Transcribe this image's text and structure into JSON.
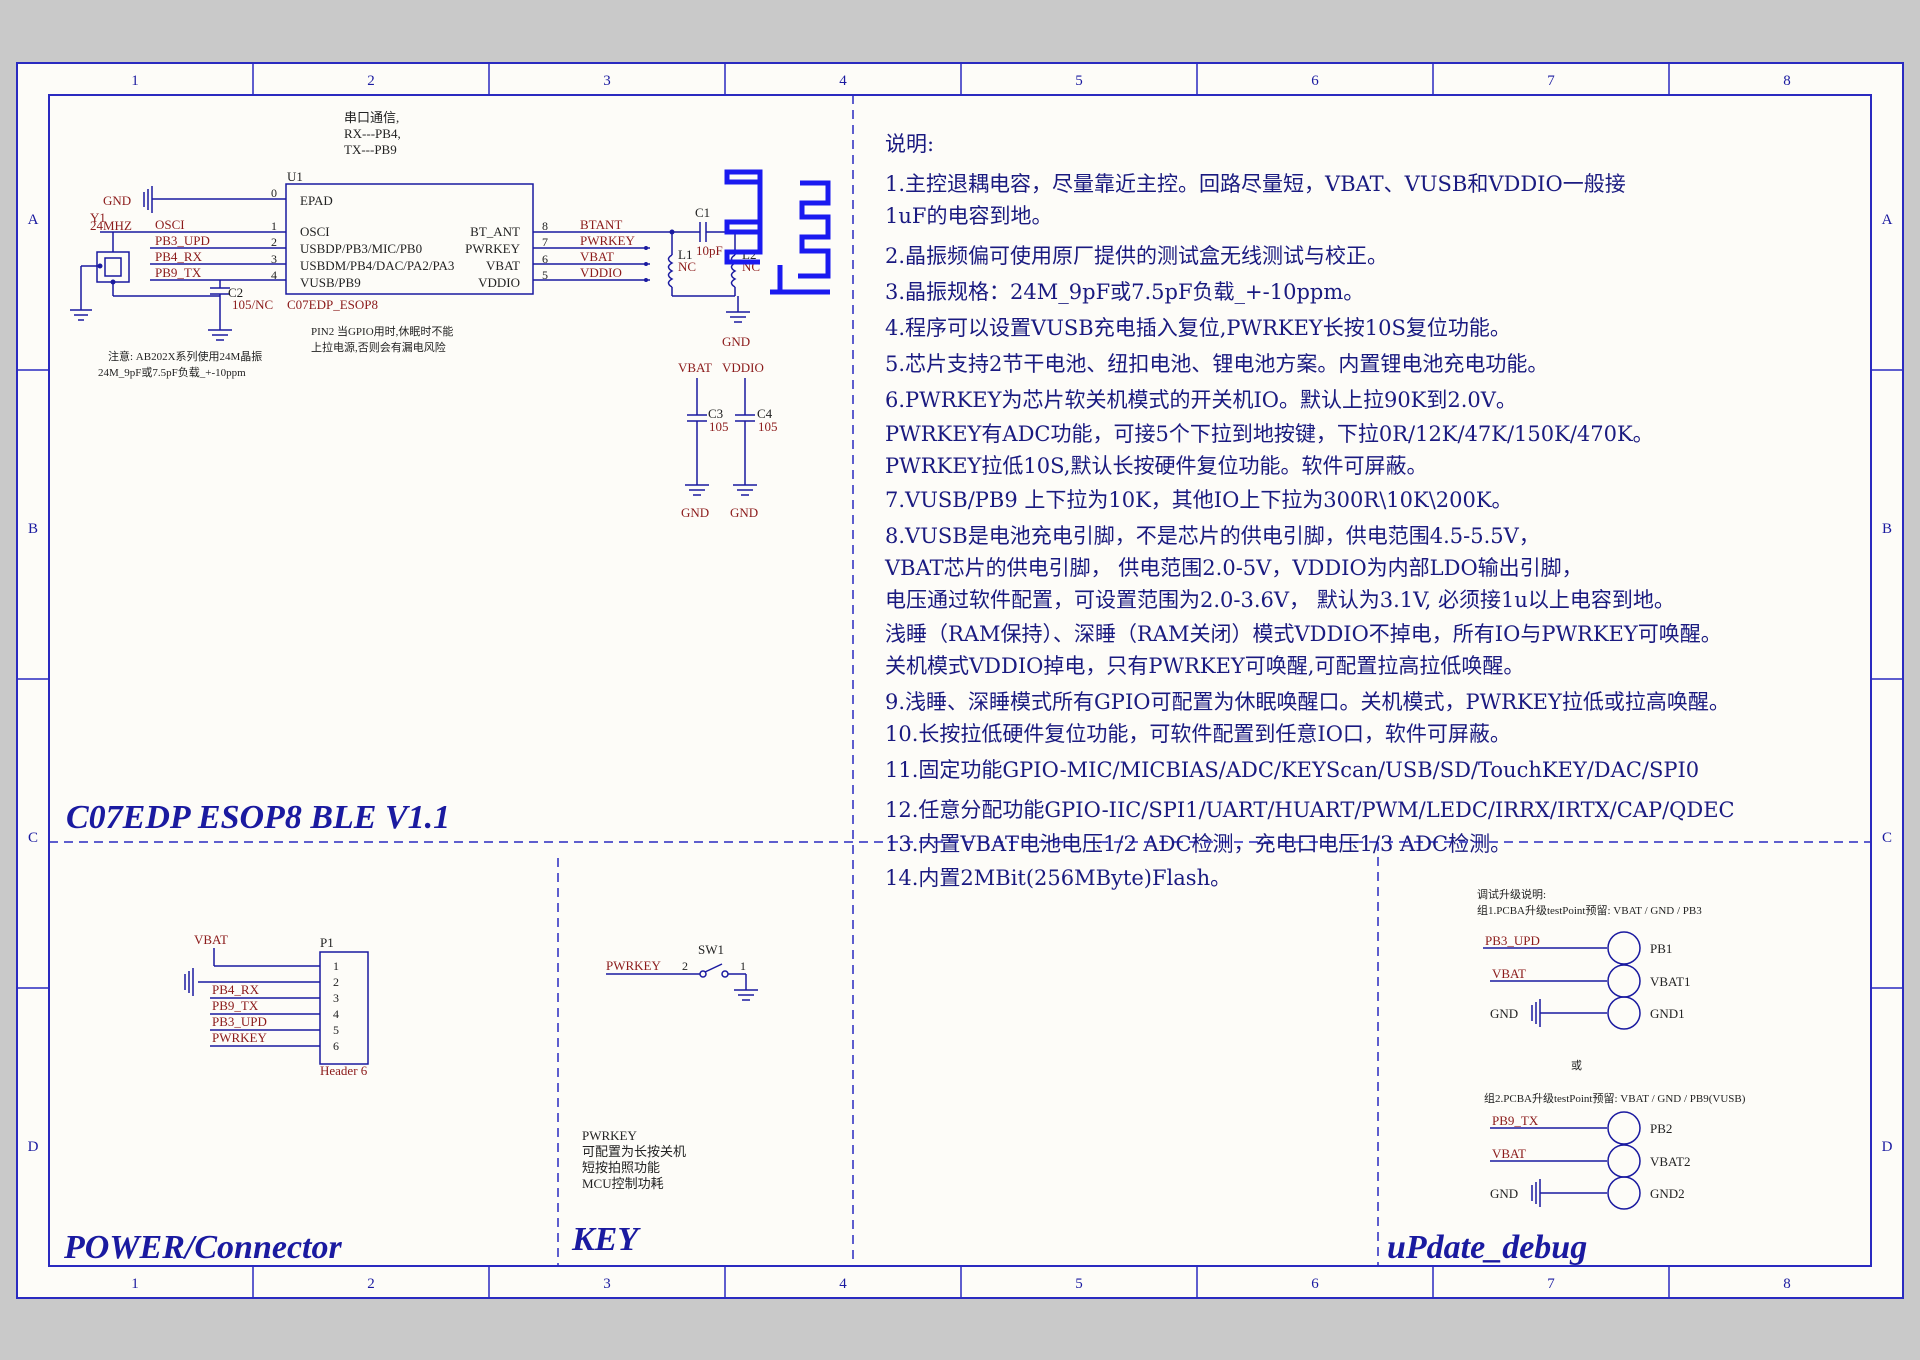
{
  "frame": {
    "columns": [
      "1",
      "2",
      "3",
      "4",
      "5",
      "6",
      "7",
      "8"
    ],
    "rows": [
      "A",
      "B",
      "C",
      "D"
    ]
  },
  "sections": {
    "main_title": "C07EDP ESOP8 BLE V1.1",
    "power_title": "POWER/Connector",
    "key_title": "KEY",
    "update_title": "uPdate_debug"
  },
  "u1": {
    "serial_note": [
      "串口通信,",
      "RX---PB4,",
      "TX---PB9"
    ],
    "designator": "U1",
    "part": "C07EDP_ESOP8",
    "left_pins": [
      "EPAD",
      "OSCI",
      "USBDP/PB3/MIC/PB0",
      "USBDM/PB4/DAC/PA2/PA3",
      "VUSB/PB9"
    ],
    "right_pins": [
      "BT_ANT",
      "PWRKEY",
      "VBAT",
      "VDDIO"
    ],
    "left_nums": [
      "0",
      "1",
      "2",
      "3",
      "4"
    ],
    "right_nums": [
      "8",
      "7",
      "6",
      "5"
    ],
    "pin2_note": [
      "PIN2 当GPIO用时,休眠时不能",
      "上拉电源,否则会有漏电风险"
    ]
  },
  "crystal": {
    "designator": "Y1",
    "value": "24MHZ",
    "note": [
      "注意: AB202X系列使用24M晶振",
      "24M_9pF或7.5pF负载_+-10ppm"
    ]
  },
  "nets": {
    "gnd": "GND",
    "osci": "OSCI",
    "pb3_upd": "PB3_UPD",
    "pb4_rx": "PB4_RX",
    "pb9_tx": "PB9_TX",
    "btant": "BTANT",
    "pwrkey": "PWRKEY",
    "vbat": "VBAT",
    "vddio": "VDDIO"
  },
  "caps": {
    "c1": "C1",
    "c1_val": "10pF",
    "c2": "C2",
    "c2_val": "105/NC",
    "c3": "C3",
    "c3_val": "105",
    "c4": "C4",
    "c4_val": "105",
    "l1": "L1",
    "l2": "L2",
    "nc": "NC"
  },
  "connector": {
    "designator": "P1",
    "part": "Header 6",
    "pins": [
      "1",
      "2",
      "3",
      "4",
      "5",
      "6"
    ]
  },
  "key": {
    "designator": "SW1",
    "pin2": "2",
    "pin1": "1",
    "note": [
      "PWRKEY",
      "可配置为长按关机",
      "短按拍照功能",
      "MCU控制功耗"
    ]
  },
  "debug": {
    "intro": "调试升级说明:",
    "group1": "组1.PCBA升级testPoint预留: VBAT / GND / PB3",
    "or": "或",
    "group2": "组2.PCBA升级testPoint预留: VBAT / GND / PB9(VUSB)",
    "tp1": [
      "PB1",
      "VBAT1",
      "GND1"
    ],
    "tp2": [
      "PB2",
      "VBAT2",
      "GND2"
    ]
  },
  "notes": {
    "title": "说明:",
    "lines": [
      "1.主控退耦电容，尽量靠近主控。回路尽量短，VBAT、VUSB和VDDIO一般接",
      "1uF的电容到地。",
      "2.晶振频偏可使用原厂提供的测试盒无线测试与校正。",
      "3.晶振规格：24M_9pF或7.5pF负载_+-10ppm。",
      "4.程序可以设置VUSB充电插入复位,PWRKEY长按10S复位功能。",
      "5.芯片支持2节干电池、纽扣电池、锂电池方案。内置锂电池充电功能。",
      "6.PWRKEY为芯片软关机模式的开关机IO。默认上拉90K到2.0V。",
      "   PWRKEY有ADC功能，可接5个下拉到地按键，下拉0R/12K/47K/150K/470K。",
      "   PWRKEY拉低10S,默认长按硬件复位功能。软件可屏蔽。",
      "7.VUSB/PB9 上下拉为10K，其他IO上下拉为300R\\10K\\200K。",
      "8.VUSB是电池充电引脚，不是芯片的供电引脚，供电范围4.5-5.5V，",
      "VBAT芯片的供电引脚， 供电范围2.0-5V，VDDIO为内部LDO输出引脚，",
      "电压通过软件配置，可设置范围为2.0-3.6V， 默认为3.1V, 必须接1u以上电容到地。",
      " 浅睡（RAM保持）、深睡（RAM关闭）模式VDDIO不掉电，所有IO与PWRKEY可唤醒。",
      " 关机模式VDDIO掉电，只有PWRKEY可唤醒,可配置拉高拉低唤醒。",
      "9.浅睡、深睡模式所有GPIO可配置为休眠唤醒口。关机模式，PWRKEY拉低或拉高唤醒。",
      "10.长按拉低硬件复位功能，可软件配置到任意IO口，软件可屏蔽。",
      "11.固定功能GPIO-MIC/MICBIAS/ADC/KEYScan/USB/SD/TouchKEY/DAC/SPI0",
      "12.任意分配功能GPIO-IIC/SPI1/UART/HUART/PWM/LEDC/IRRX/IRTX/CAP/QDEC",
      "13.内置VBAT电池电压1/2 ADC检测，充电口电压1/3 ADC检测。",
      "14.内置2MBit(256MByte)Flash。"
    ]
  }
}
